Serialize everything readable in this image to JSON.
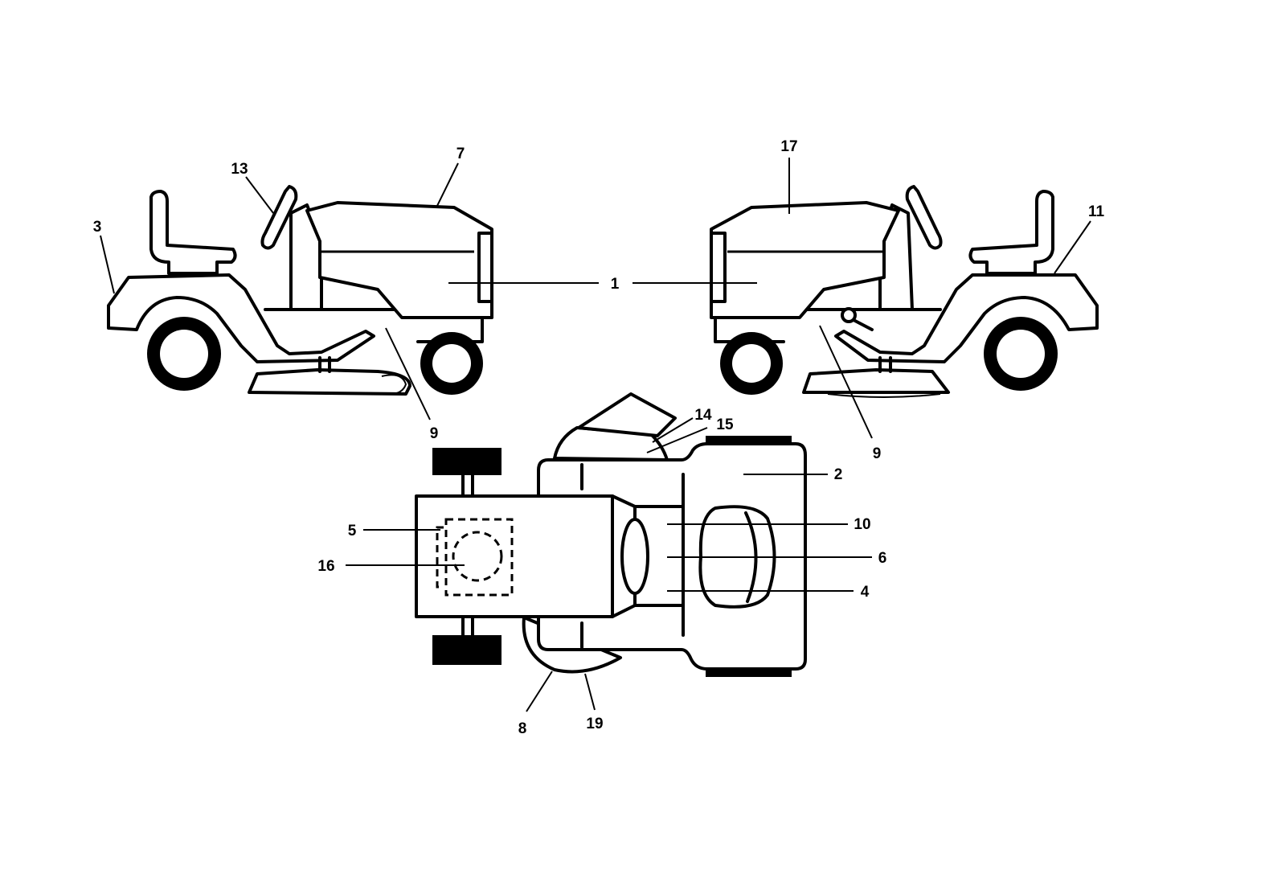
{
  "callouts": {
    "c1": "1",
    "c2": "2",
    "c3": "3",
    "c4": "4",
    "c5": "5",
    "c6": "6",
    "c7": "7",
    "c8": "8",
    "c9a": "9",
    "c9b": "9",
    "c10": "10",
    "c11": "11",
    "c13": "13",
    "c14": "14",
    "c15": "15",
    "c16": "16",
    "c17": "17",
    "c19": "19"
  }
}
